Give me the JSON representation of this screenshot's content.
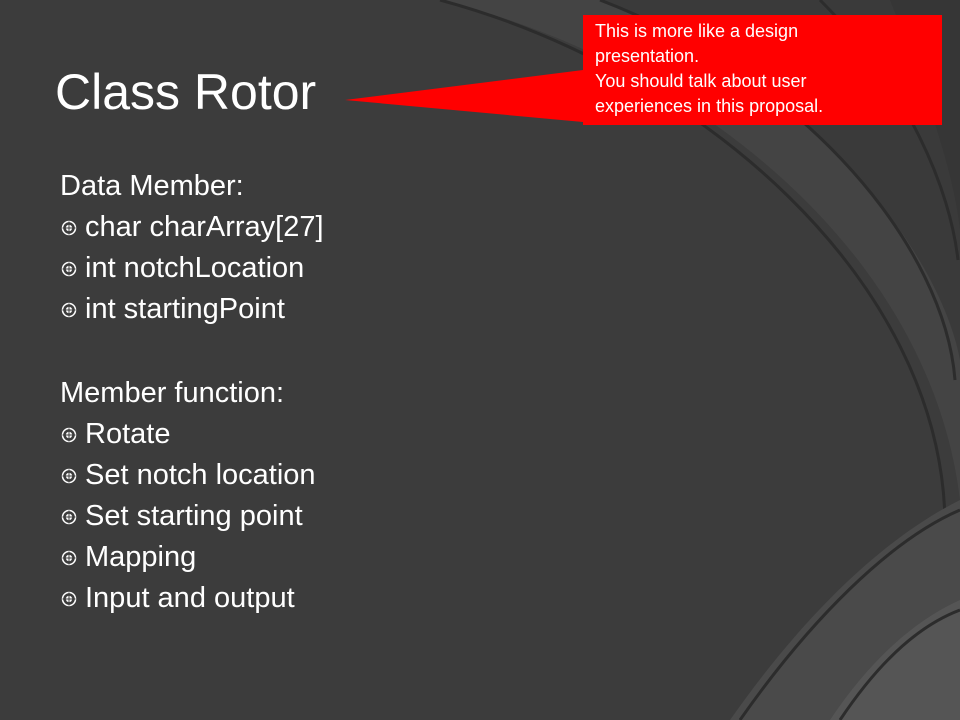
{
  "slide": {
    "title": "Class Rotor",
    "sections": [
      {
        "heading": "Data Member:",
        "items": [
          "char charArray[27]",
          "int notchLocation",
          "int startingPoint"
        ]
      },
      {
        "heading": "Member function:",
        "items": [
          "Rotate",
          "Set notch location",
          "Set starting point",
          "Mapping",
          "Input and output"
        ]
      }
    ]
  },
  "comment": {
    "lines": [
      "This is more like a design",
      "presentation.",
      "You should talk about user",
      "experiences in this proposal."
    ]
  },
  "colors": {
    "background": "#3c3c3c",
    "text": "#ffffff",
    "comment_fill": "#ff0000"
  }
}
